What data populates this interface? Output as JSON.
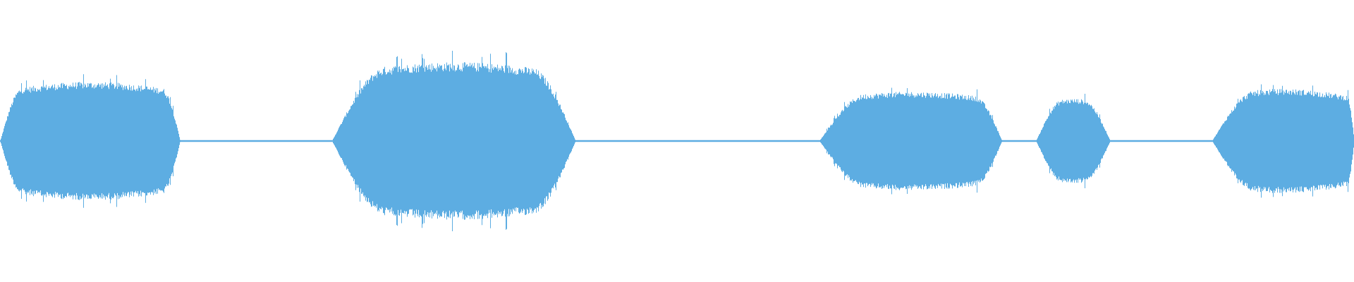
{
  "waveform": {
    "color": "#5dade2",
    "background": "#ffffff",
    "segments": [
      {
        "start": 0.0,
        "end": 0.133,
        "peak": 0.42,
        "attack": 0.12,
        "release": 0.1
      },
      {
        "start": 0.245,
        "end": 0.425,
        "peak": 0.56,
        "attack": 0.22,
        "release": 0.18
      },
      {
        "start": 0.605,
        "end": 0.74,
        "peak": 0.35,
        "attack": 0.25,
        "release": 0.15
      },
      {
        "start": 0.765,
        "end": 0.82,
        "peak": 0.3,
        "attack": 0.35,
        "release": 0.35
      },
      {
        "start": 0.895,
        "end": 1.0,
        "peak": 0.37,
        "attack": 0.3,
        "release": 0.05
      }
    ],
    "silence_level": 0.006
  }
}
